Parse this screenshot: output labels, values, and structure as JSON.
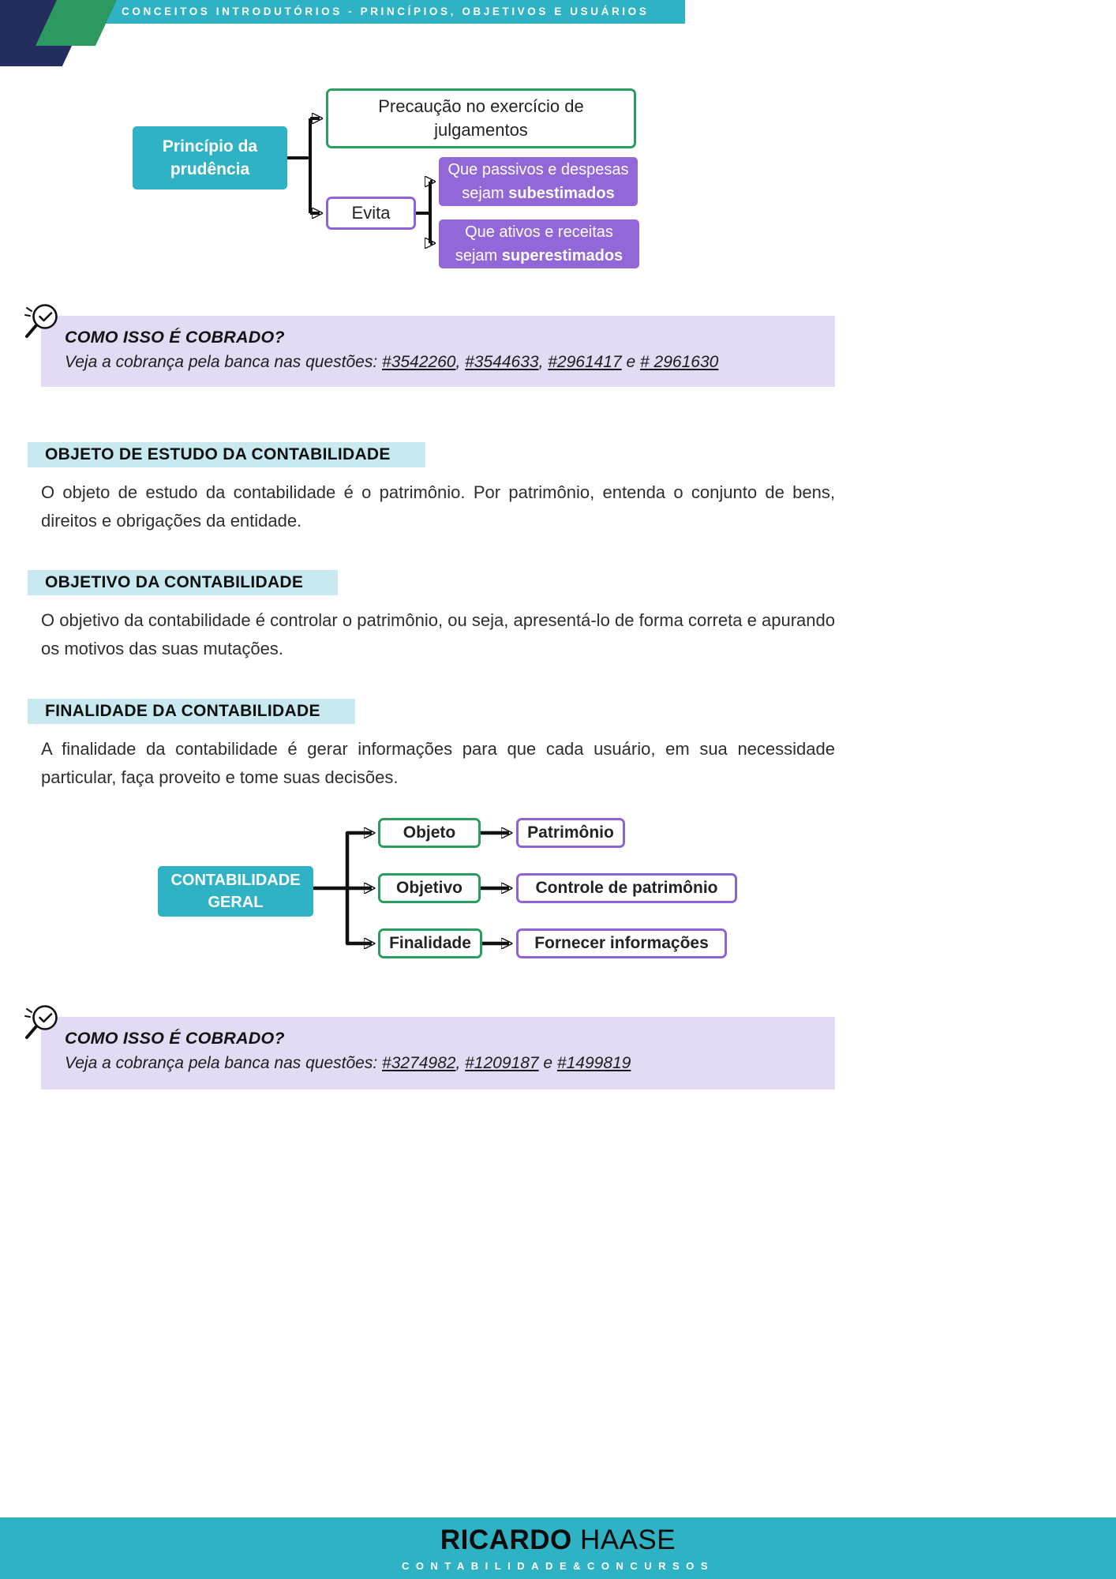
{
  "colors": {
    "teal": "#2fb2c4",
    "green_border": "#2a9d5f",
    "purple_border": "#8f63d6",
    "purple_fill": "#9267d8",
    "callout_bg": "#e3daf3",
    "heading_highlight": "#c8e9f0",
    "navy": "#232d5e"
  },
  "header": {
    "title": "CONCEITOS INTRODUTÓRIOS - PRINCÍPIOS, OBJETIVOS E USUÁRIOS"
  },
  "diagram1": {
    "root_line1": "Princípio da",
    "root_line2": "prudência",
    "precaution": "Precaução no exercício de julgamentos",
    "evita": "Evita",
    "leaf1_text": "Que passivos e despesas sejam",
    "leaf1_bold": "subestimados",
    "leaf2_text": "Que ativos e receitas sejam",
    "leaf2_bold": "superestimados"
  },
  "callout1": {
    "heading": "COMO ISSO É COBRADO?",
    "intro": "Veja a cobrança pela banca nas questões: ",
    "links": [
      "#3542260",
      "#3544633",
      "#2961417",
      "# 2961630"
    ],
    "sep": ", ",
    "and": " e "
  },
  "sections": [
    {
      "heading": "OBJETO DE ESTUDO DA CONTABILIDADE",
      "body": "O objeto de estudo da contabilidade é o patrimônio. Por patrimônio, entenda o conjunto de bens, direitos e obrigações da entidade."
    },
    {
      "heading": "OBJETIVO DA CONTABILIDADE",
      "body": "O objetivo da contabilidade é controlar o patrimônio, ou seja, apresentá-lo de forma correta e apurando os motivos das suas mutações."
    },
    {
      "heading": "FINALIDADE DA CONTABILIDADE",
      "body": "A finalidade da contabilidade é gerar informações para que cada usuário, em sua necessidade particular, faça proveito e tome suas decisões."
    }
  ],
  "diagram2": {
    "root_line1": "CONTABILIDADE",
    "root_line2": "GERAL",
    "rows": [
      {
        "mid": "Objeto",
        "right": "Patrimônio"
      },
      {
        "mid": "Objetivo",
        "right": "Controle de patrimônio"
      },
      {
        "mid": "Finalidade",
        "right": "Fornecer informações"
      }
    ]
  },
  "callout2": {
    "heading": "COMO ISSO É COBRADO?",
    "intro": "Veja a cobrança pela banca nas questões: ",
    "links": [
      "#3274982",
      "#1209187",
      "#1499819"
    ],
    "sep": ", ",
    "and": " e "
  },
  "footer": {
    "name_bold": "RICARDO",
    "name_regular": "HAASE",
    "subtitle": "CONTABILIDADE&CONCURSOS"
  }
}
